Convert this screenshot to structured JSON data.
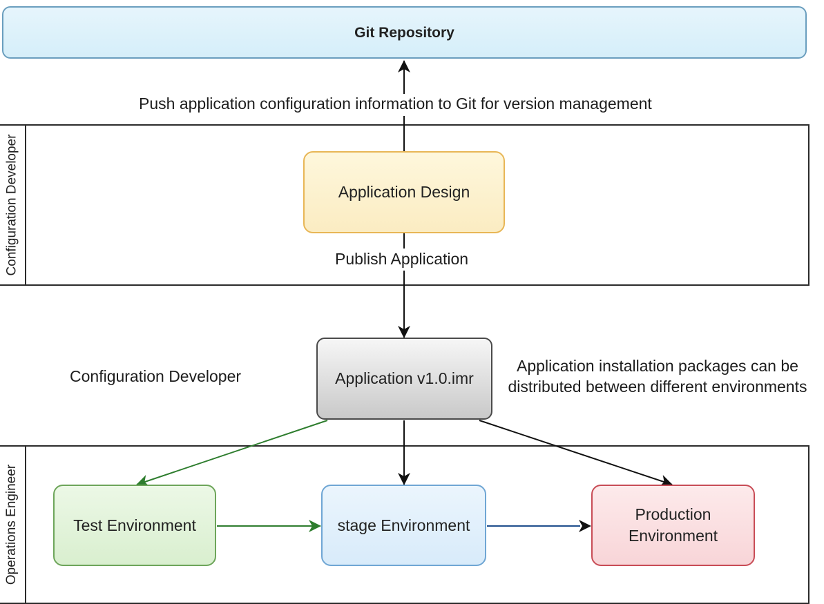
{
  "repository": {
    "label": "Git Repository"
  },
  "push_label": "Push application configuration information to Git for version management",
  "lanes": {
    "developer": "Configuration Developer",
    "operations": "Operations Engineer"
  },
  "design": {
    "label": "Application Design"
  },
  "publish_label": "Publish Application",
  "package": {
    "label": "Application v1.0.imr"
  },
  "side_label": "Configuration Developer",
  "package_note": {
    "line1": "Application installation packages can be",
    "line2": "distributed between different environments"
  },
  "environments": {
    "test": "Test Environment",
    "stage": "stage Environment",
    "production_line1": "Production",
    "production_line2": "Environment"
  },
  "colors": {
    "repository_fill": "#dcf0f9",
    "design_fill": "#fdf3d1",
    "design_border": "#e8b656",
    "package_fill": "#dcdcdc",
    "test_fill": "#e4f4dc",
    "test_border": "#6da55a",
    "stage_fill": "#e2f0fb",
    "stage_border": "#6fa6d4",
    "production_fill": "#fbe0e2",
    "production_border": "#c84c56",
    "green_arrow": "#2e7d2e",
    "blue_arrow": "#1f4e8c"
  }
}
